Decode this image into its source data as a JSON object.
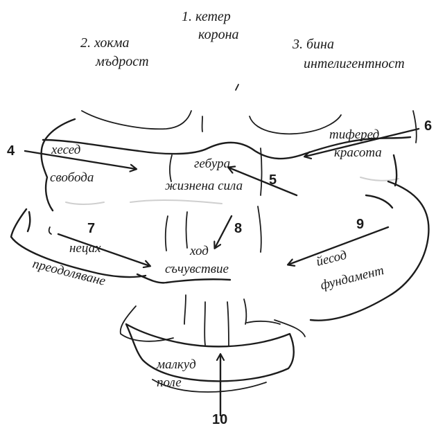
{
  "sefirot": [
    {
      "id": "keter",
      "line1": "1. кетер",
      "line2": "корона"
    },
    {
      "id": "hokhmah",
      "line1": "2. хокма",
      "line2": "мъдрост"
    },
    {
      "id": "binah",
      "line1": "3. бина",
      "line2": "интелигентност"
    },
    {
      "id": "chesed",
      "number": "4",
      "line1": "хесед",
      "line2": "свобода"
    },
    {
      "id": "gevurah",
      "number": "5",
      "line1": "гебура",
      "line2": "жизнена сила"
    },
    {
      "id": "tiferet",
      "number": "6",
      "line1": "тиферед",
      "line2": "красота"
    },
    {
      "id": "netzach",
      "number": "7",
      "line1": "нецах",
      "line2": "преодоляване"
    },
    {
      "id": "hod",
      "number": "8",
      "line1": "ход",
      "line2": "съчувствие"
    },
    {
      "id": "yesod",
      "number": "9",
      "line1": "йесод",
      "line2": "фундамент"
    },
    {
      "id": "malkhut",
      "number": "10",
      "line1": "малкуд",
      "line2": "поле"
    }
  ]
}
